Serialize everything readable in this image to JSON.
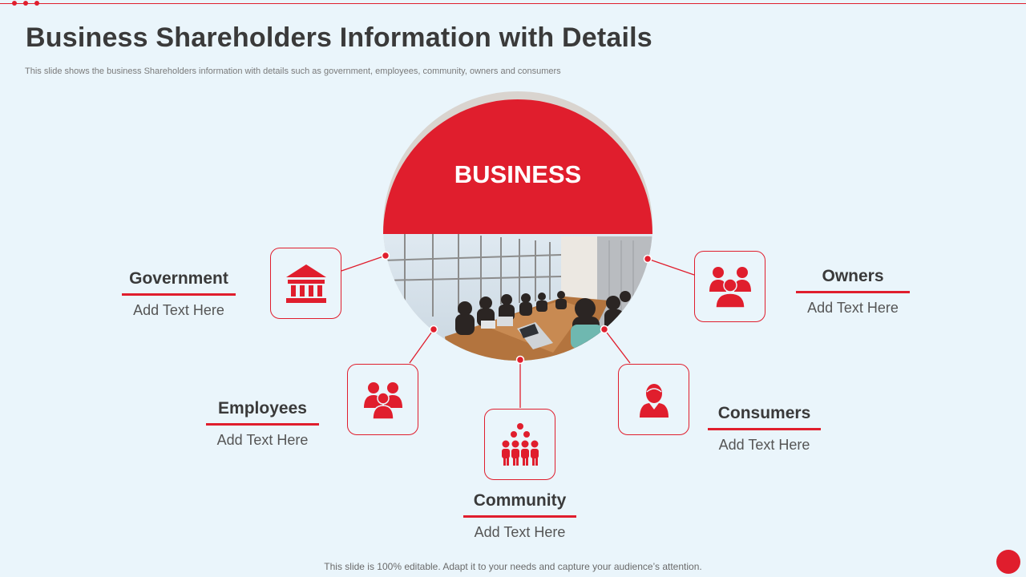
{
  "header": {
    "title": "Business Shareholders Information with Details",
    "subtitle": "This slide shows the business Shareholders information with details such as government, employees, community, owners and consumers"
  },
  "center": {
    "label": "BUSINESS",
    "image": "meeting-room-photo"
  },
  "stakeholders": [
    {
      "name": "Government",
      "text": "Add Text Here",
      "icon": "bank-icon"
    },
    {
      "name": "Employees",
      "text": "Add Text Here",
      "icon": "group-icon"
    },
    {
      "name": "Community",
      "text": "Add Text Here",
      "icon": "crowd-icon"
    },
    {
      "name": "Consumers",
      "text": "Add Text Here",
      "icon": "person-icon"
    },
    {
      "name": "Owners",
      "text": "Add Text Here",
      "icon": "users-icon"
    }
  ],
  "footer": "This slide is 100% editable. Adapt it to your needs and capture your audience’s attention.",
  "colors": {
    "accent": "#e01e2d",
    "background": "#eaf5fb",
    "text": "#3a3a3a"
  }
}
